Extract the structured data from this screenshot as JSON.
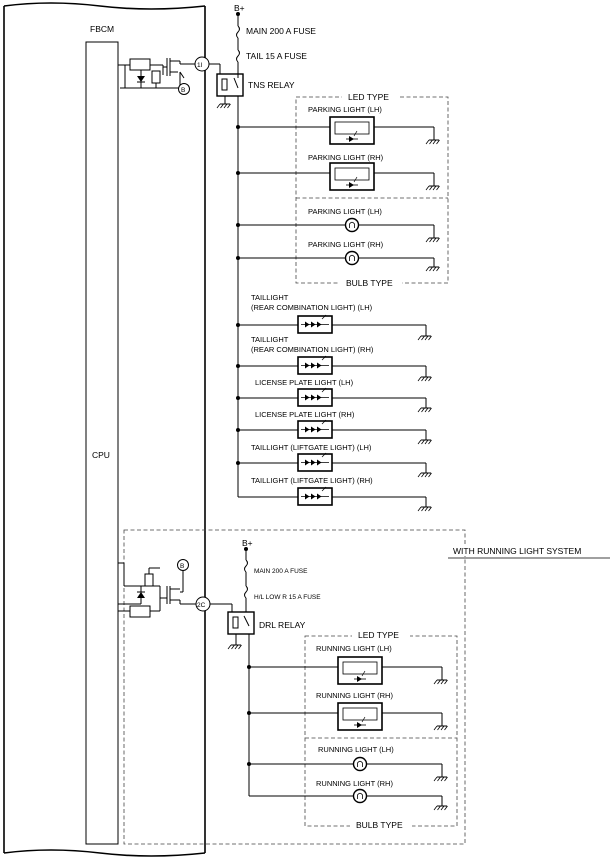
{
  "module": {
    "name": "FBCM",
    "cpu_label": "CPU",
    "connector_1": "1I",
    "connector_2": "2C",
    "ref_b": "B"
  },
  "supply_upper": {
    "b_plus": "B+",
    "main_fuse": "MAIN 200 A FUSE",
    "tail_fuse": "TAIL 15 A FUSE",
    "relay": "TNS RELAY"
  },
  "led_group_upper": {
    "header": "LED TYPE",
    "items": [
      "PARKING LIGHT (LH)",
      "PARKING LIGHT (RH)"
    ]
  },
  "bulb_group_upper": {
    "footer": "BULB TYPE",
    "items": [
      "PARKING LIGHT (LH)",
      "PARKING LIGHT (RH)"
    ]
  },
  "tail_loads": {
    "taillight_lh_1": "TAILLIGHT",
    "taillight_lh_2": "(REAR COMBINATION LIGHT) (LH)",
    "taillight_rh_1": "TAILLIGHT",
    "taillight_rh_2": "(REAR COMBINATION LIGHT) (RH)",
    "license_lh": "LICENSE PLATE LIGHT (LH)",
    "license_rh": "LICENSE PLATE LIGHT (RH)",
    "liftgate_lh": "TAILLIGHT (LIFTGATE LIGHT) (LH)",
    "liftgate_rh": "TAILLIGHT (LIFTGATE LIGHT) (RH)"
  },
  "running_light_system": {
    "title": "WITH RUNNING LIGHT SYSTEM",
    "b_plus": "B+",
    "main_fuse": "MAIN 200 A FUSE",
    "hl_fuse": "H/L LOW R 15 A FUSE",
    "relay": "DRL RELAY",
    "led_header": "LED TYPE",
    "led_items": [
      "RUNNING LIGHT (LH)",
      "RUNNING LIGHT (RH)"
    ],
    "bulb_footer": "BULB TYPE",
    "bulb_items": [
      "RUNNING LIGHT (LH)",
      "RUNNING LIGHT (RH)"
    ]
  }
}
